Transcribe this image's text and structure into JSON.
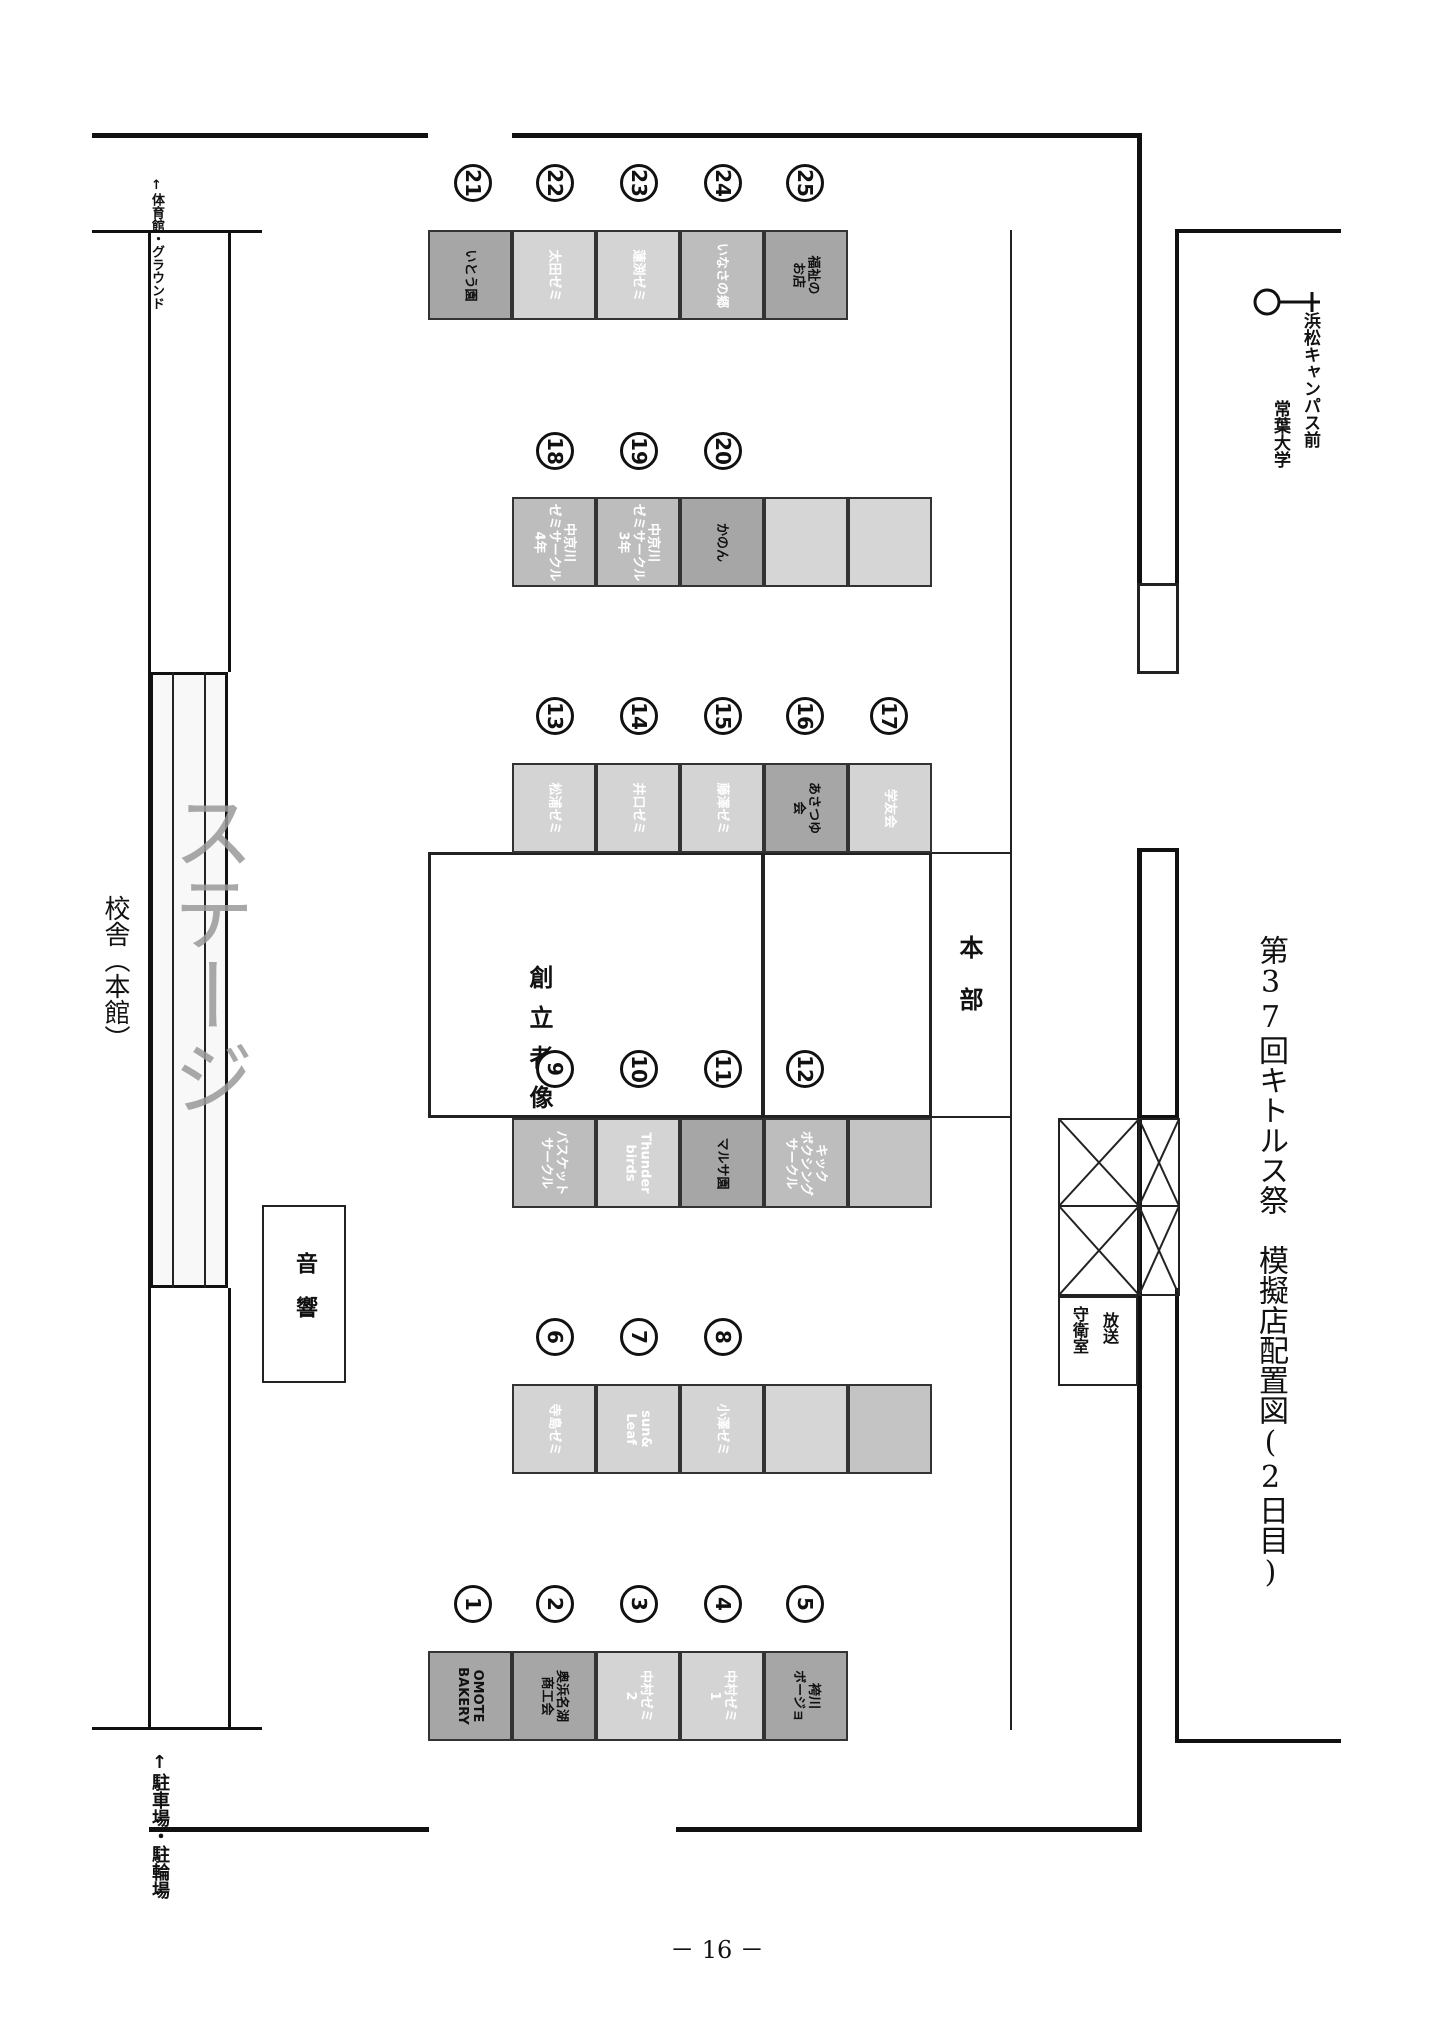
{
  "labels": {
    "school_building": "校舎（本館）",
    "stage": "ステージ",
    "gym_ground": "↑体育館・グラウンド",
    "parking": "↑駐車場・駐輪場",
    "univ_line1": "常葉大学",
    "univ_line2": "浜松キャンパス前",
    "sound": "音響",
    "founder_statue": "創立者像",
    "headquarters": "本部",
    "guard_line1": "守衛室",
    "guard_line2": "放送",
    "title": "第37回キトルス祭　模擬店配置図(2日目)",
    "page_number": "－ 16 －"
  },
  "numbers": [
    "1",
    "2",
    "3",
    "4",
    "5",
    "6",
    "7",
    "8",
    "9",
    "10",
    "11",
    "12",
    "13",
    "14",
    "15",
    "16",
    "17",
    "18",
    "19",
    "20",
    "21",
    "22",
    "23",
    "24",
    "25"
  ],
  "stalls": {
    "s1": "OMOTE\nBAKERY",
    "s2": "奥浜名湖\n商工会",
    "s3": "中村ゼミ\n2",
    "s4": "中村ゼミ\n1",
    "s5": "袴川\nボージョ",
    "s6": "寺島ゼミ",
    "s7": "sun&\nLeaf",
    "s8": "小澤ゼミ",
    "s9": "バスケット\nサークル",
    "s10": "Thunder\nbirds",
    "s11": "マルサ園",
    "s12": "キック\nボクシング\nサークル",
    "s13": "松浦ゼミ",
    "s14": "井口ゼミ",
    "s15": "藤澤ゼミ",
    "s16": "あさつゆ\n会",
    "s17": "学友会",
    "s18": "中京川\nゼミサークル\n4年",
    "s19": "中京川\nゼミサークル\n3年",
    "s20": "かのん",
    "s21": "いとう園",
    "s22": "太田ゼミ",
    "s23": "蓮渕ゼミ",
    "s24": "いなさの郷",
    "s25": "福祉の\nお店"
  },
  "icons": {
    "location_marker": "pin-icon"
  }
}
